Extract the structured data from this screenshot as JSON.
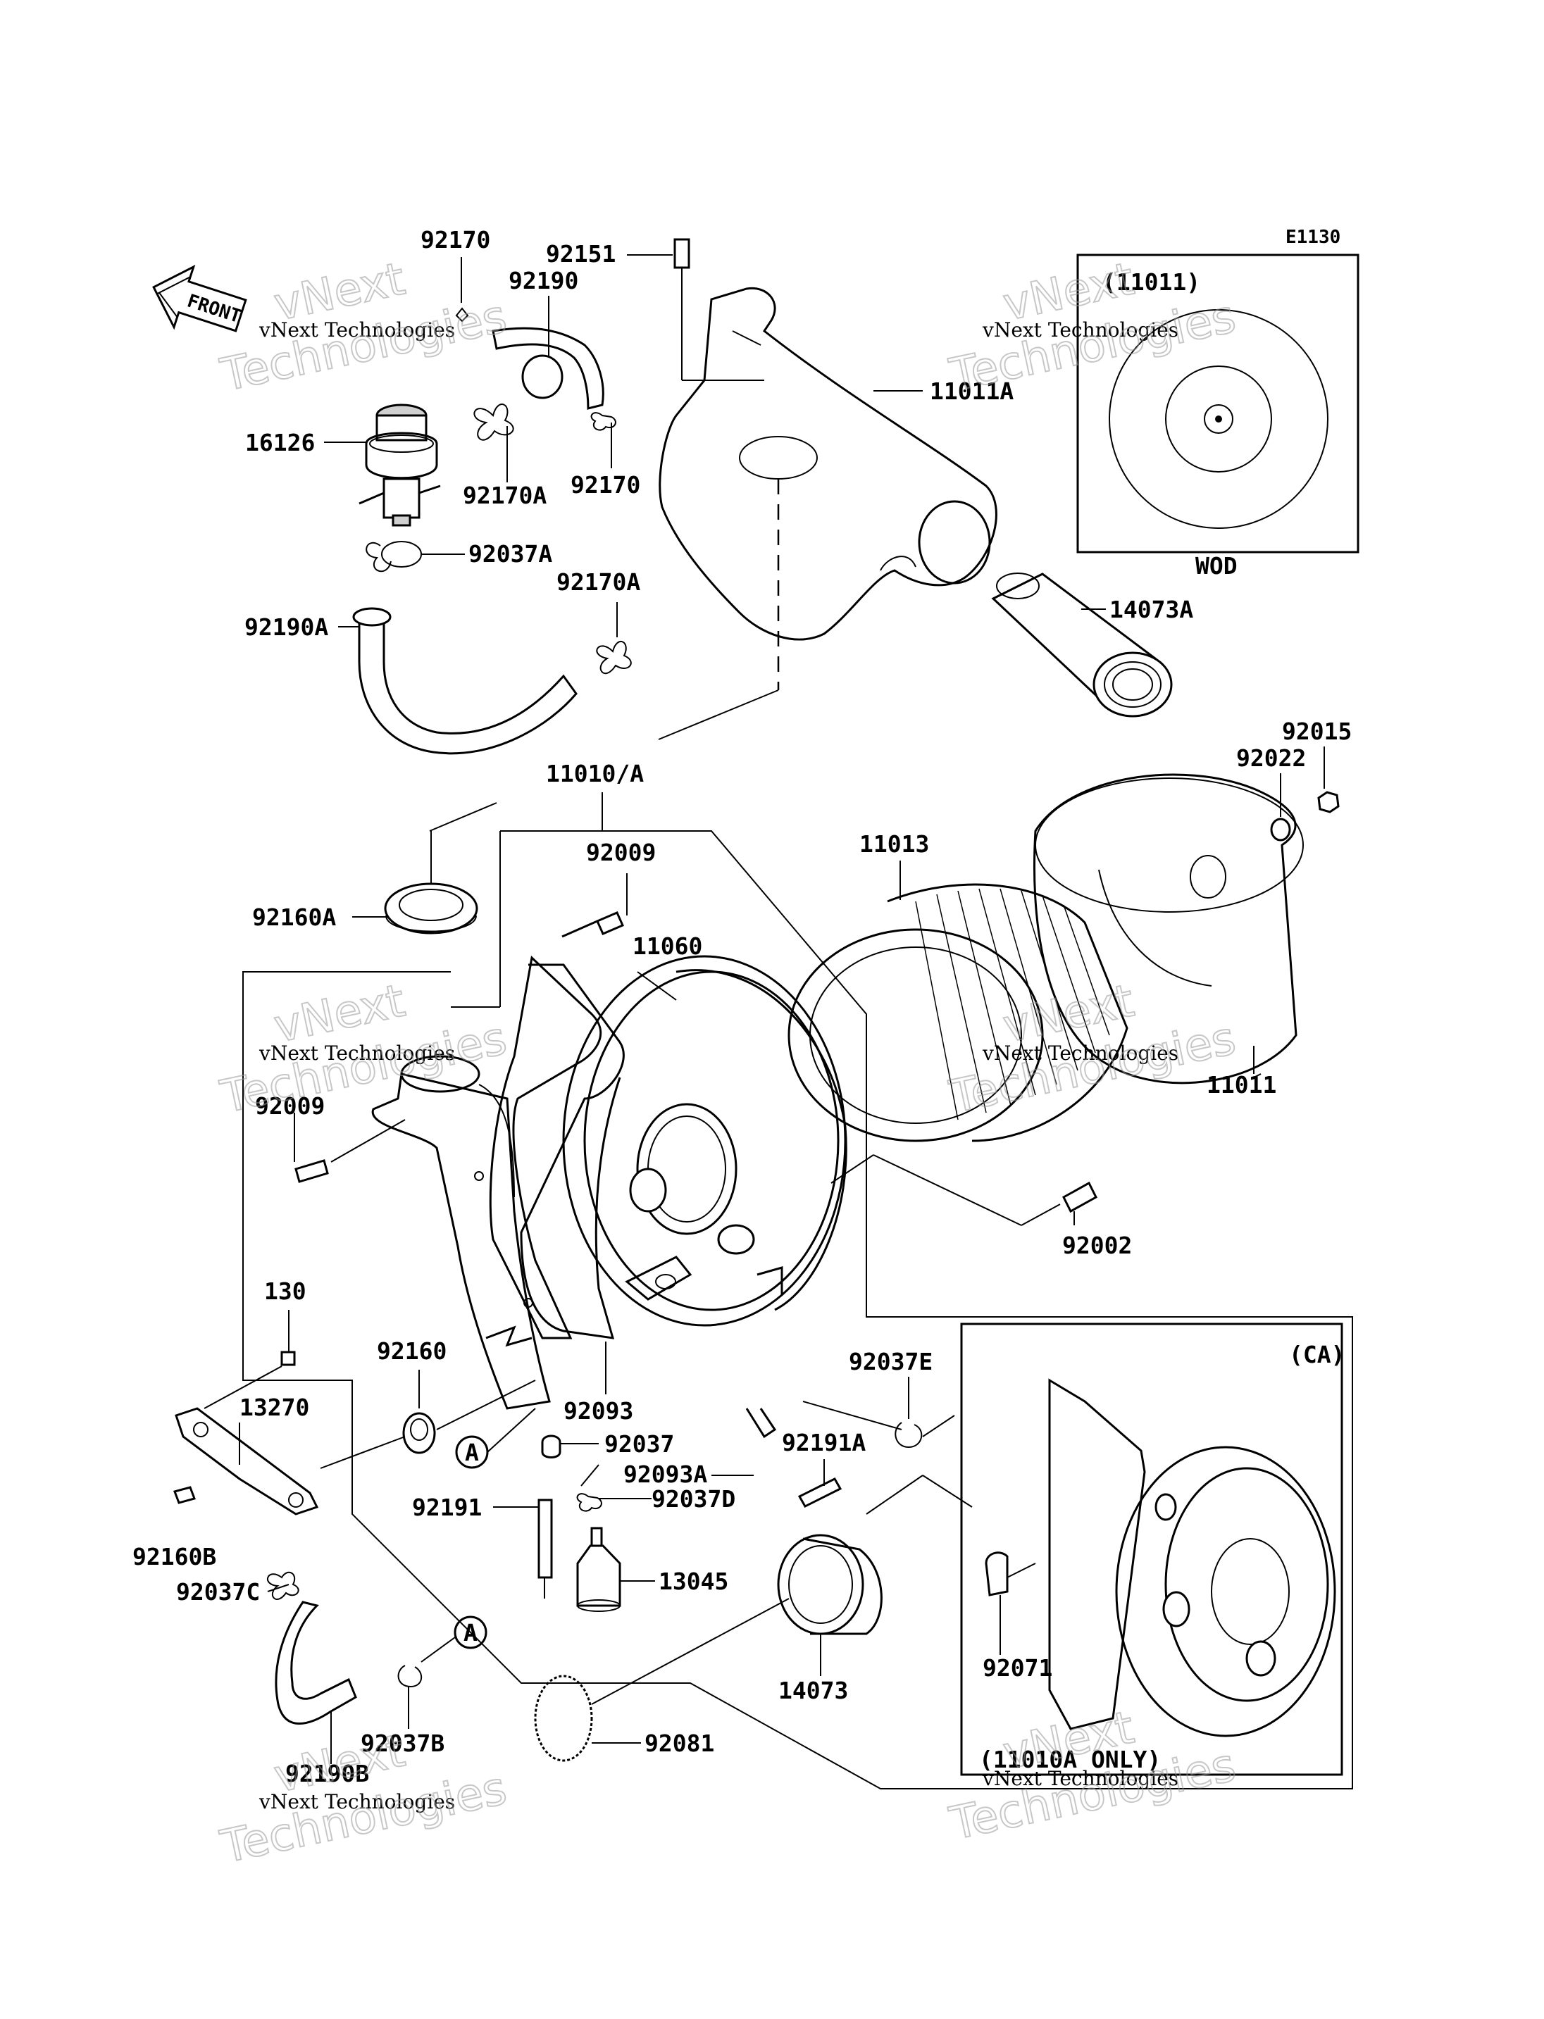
{
  "diagram_code": "E1130",
  "front_label": "FRONT",
  "watermark": {
    "company": "vNext Technologies",
    "line1": "vNext",
    "line2": "Technologies"
  },
  "callouts": {
    "c92170_top": "92170",
    "c92151": "92151",
    "c92190": "92190",
    "c11011A": "11011A",
    "c16126": "16126",
    "c92170A_top": "92170A",
    "c92170_mid": "92170",
    "c92037A": "92037A",
    "c92170A_mid": "92170A",
    "c92190A": "92190A",
    "c14073A": "14073A",
    "c11010A": "11010/A",
    "c92015": "92015",
    "c92022": "92022",
    "c11013": "11013",
    "c92009_top": "92009",
    "c92160A": "92160A",
    "c11060": "11060",
    "c11011": "11011",
    "c92009_left": "92009",
    "c92002": "92002",
    "c130": "130",
    "c92160": "92160",
    "c13270": "13270",
    "c92093": "92093",
    "c92037E": "92037E",
    "c92037": "92037",
    "c92191A": "92191A",
    "c92093A": "92093A",
    "c92191": "92191",
    "c92037D": "92037D",
    "c92160B": "92160B",
    "c13045": "13045",
    "c92037C": "92037C",
    "c92071": "92071",
    "c14073": "14073",
    "c92037B": "92037B",
    "c92081": "92081",
    "c92190B": "92190B",
    "markerA1": "A",
    "markerA2": "A",
    "ca": "(CA)"
  },
  "inset_wod": {
    "header": "(11011)",
    "footer": "WOD"
  },
  "inset_ca": {
    "footer": "(11010A ONLY)"
  }
}
